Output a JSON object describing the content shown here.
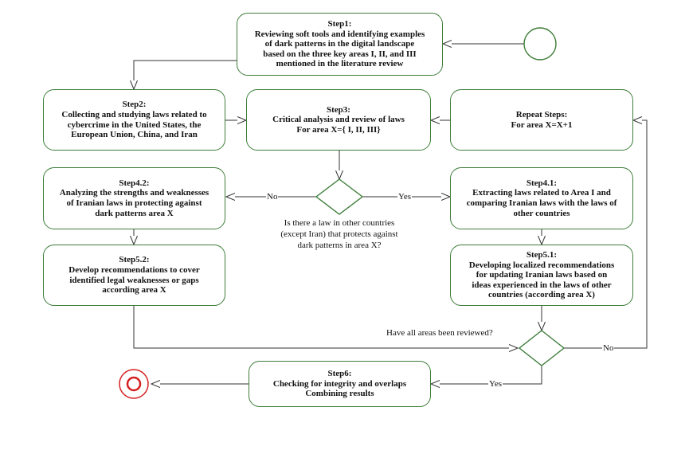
{
  "steps": {
    "step1": {
      "title": "Step1:",
      "lines": [
        "Reviewing soft tools and identifying examples",
        "of dark patterns in the digital landscape",
        "based on the three key areas I, II, and III",
        "mentioned in the literature review"
      ]
    },
    "step2": {
      "title": "Step2:",
      "lines": [
        "Collecting and studying laws related to",
        "cybercrime in the United States, the",
        "European Union, China, and Iran"
      ]
    },
    "step3": {
      "title": "Step3:",
      "lines": [
        "Critical analysis and review of laws",
        "For area X={ I, II, III}"
      ]
    },
    "repeat": {
      "title": "Repeat Steps:",
      "lines": [
        "For area X=X+1"
      ]
    },
    "step42": {
      "title": "Step4.2:",
      "lines": [
        "Analyzing the strengths and weaknesses",
        "of Iranian laws in protecting against",
        "dark patterns area X"
      ]
    },
    "step41": {
      "title": "Step4.1:",
      "lines": [
        "Extracting laws related to Area I and",
        "comparing Iranian laws with the laws of",
        "other countries"
      ]
    },
    "step52": {
      "title": "Step5.2:",
      "lines": [
        "Develop recommendations to cover",
        "identified legal weaknesses or gaps",
        "according area X"
      ]
    },
    "step51": {
      "title": "Step5.1:",
      "lines": [
        "Developing localized recommendations",
        "for updating Iranian laws based on",
        "ideas experienced in the laws of other",
        "countries (according area X)"
      ]
    },
    "step6": {
      "title": "Step6:",
      "lines": [
        "Checking for integrity and overlaps",
        "Combining results"
      ]
    }
  },
  "decision1": {
    "question_lines": [
      "Is there a law in other countries",
      "(except Iran) that protects against",
      "dark patterns in area X?"
    ],
    "no_label": "No",
    "yes_label": "Yes"
  },
  "decision2": {
    "question": "Have all areas been reviewed?",
    "no_label": "No",
    "yes_label": "Yes"
  },
  "colors": {
    "box_border": "#3e7d3a",
    "arrow": "#333333",
    "end_node": "#d62020"
  }
}
